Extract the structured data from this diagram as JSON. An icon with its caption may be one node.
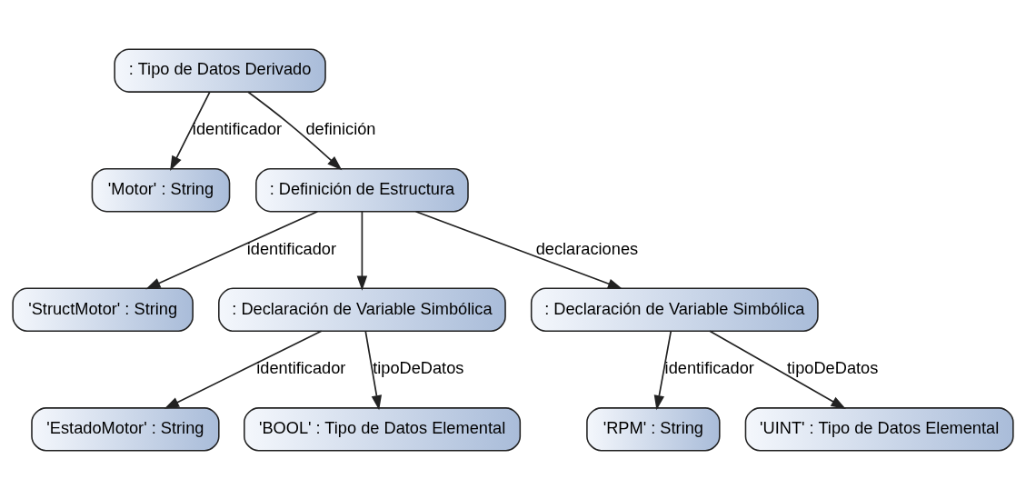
{
  "diagram": {
    "nodes": [
      {
        "text": [
          ": Tipo de Datos Derivado"
        ]
      },
      {
        "text": [
          "'Motor' : String"
        ]
      },
      {
        "text": [
          ": Definición de Estructura"
        ]
      },
      {
        "text": [
          "'StructMotor' : String"
        ]
      },
      {
        "text": [
          ": Declaración de Variable Simbólica"
        ]
      },
      {
        "text": [
          ": Declaración de Variable Simbólica"
        ]
      },
      {
        "text": [
          "'EstadoMotor' : String"
        ]
      },
      {
        "text": [
          "'BOOL' : Tipo de Datos Elemental"
        ]
      },
      {
        "text": [
          "'RPM' : String"
        ]
      },
      {
        "text": [
          "'UINT' : Tipo de Datos Elemental"
        ]
      }
    ],
    "edges": [
      {
        "from": 0,
        "to": 1,
        "arrow": "to",
        "label": "identificador"
      },
      {
        "from": 0,
        "to": 2,
        "arrow": "to",
        "label": "definición"
      },
      {
        "from": 2,
        "to": 3,
        "arrow": "to",
        "label": "identificador"
      },
      {
        "from": 2,
        "to": 4,
        "arrow": "to"
      },
      {
        "from": 2,
        "to": 5,
        "arrow": "to",
        "label": "declaraciones"
      },
      {
        "from": 4,
        "to": 6,
        "arrow": "to",
        "label": "identificador"
      },
      {
        "from": 4,
        "to": 7,
        "arrow": "to",
        "label": "tipoDeDatos"
      },
      {
        "from": 5,
        "to": 8,
        "arrow": "to",
        "label": "identificador"
      },
      {
        "from": 5,
        "to": 9,
        "arrow": "to",
        "label": "tipoDeDatos"
      }
    ]
  }
}
